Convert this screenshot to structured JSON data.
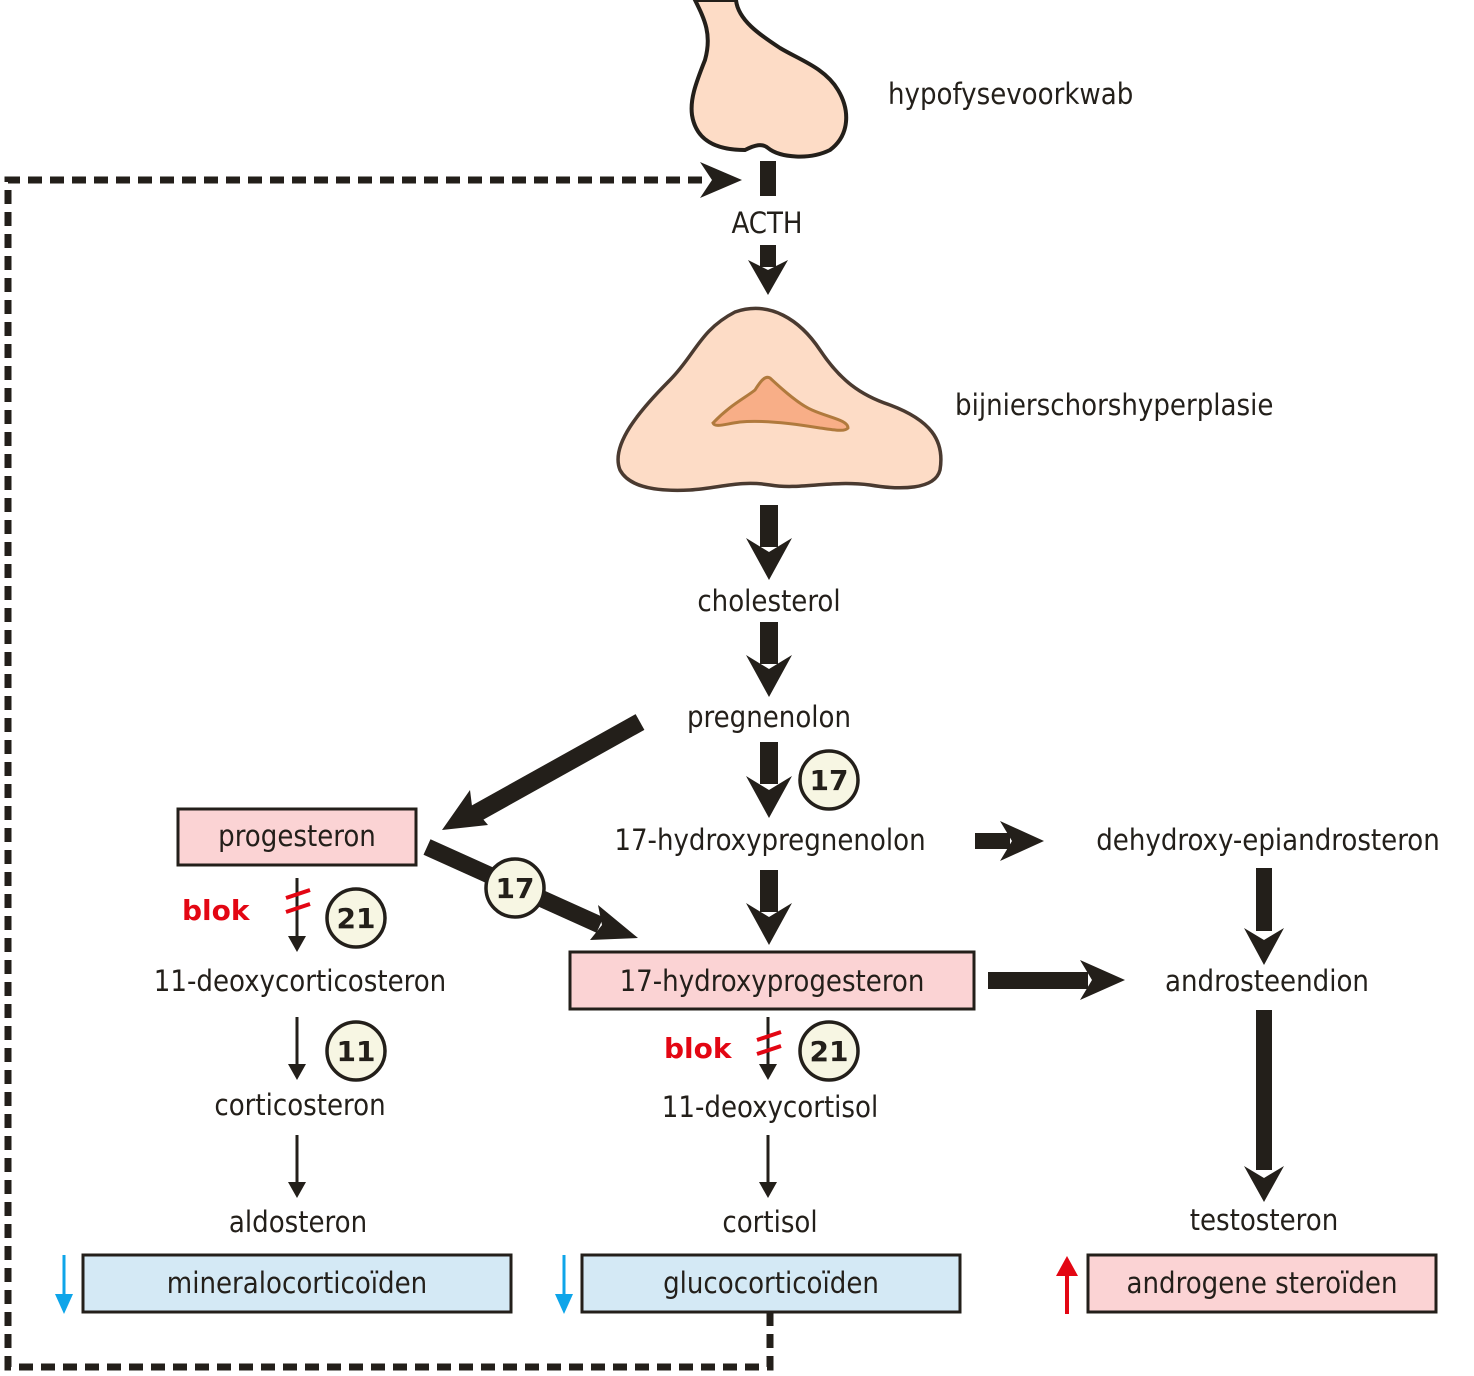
{
  "title": "Adrenal steroidogenesis with 21-hydroxylase block (congenital adrenal hyperplasia)",
  "colors": {
    "ink": "#231f1a",
    "tissue_fill": "#fddcc6",
    "tissue_inner": "#f8ae87",
    "tissue_inner_stroke": "#b07a3d",
    "pink_box": "#fbd3d4",
    "blue_box": "#d4e9f5",
    "enzyme_circle": "#f7f6e3",
    "block_red": "#e30613",
    "decrease_blue": "#0ea5e9",
    "increase_red": "#e30613"
  },
  "organs": {
    "pituitary": "hypofysevoorkwab",
    "adrenal": "bijnierschorshyperplasie"
  },
  "hormone": "ACTH",
  "nodes": {
    "cholesterol": "cholesterol",
    "pregnenolone": "pregnenolon",
    "progesterone": "progesteron",
    "hydroxypregnenolone": "17-hydroxypregnenolon",
    "dhea": "dehydroxy-epiandrosteron",
    "deoxycorticosterone": "11-deoxycorticosteron",
    "hydroxyprogesterone": "17-hydroxyprogesteron",
    "androstenedione": "androsteendion",
    "corticosterone": "corticosteron",
    "deoxycortisol": "11-deoxycortisol",
    "aldosterone": "aldosteron",
    "cortisol": "cortisol",
    "testosterone": "testosteron"
  },
  "enzymes": {
    "e17a": "17",
    "e17b": "17",
    "e21a": "21",
    "e21b": "21",
    "e11": "11"
  },
  "block_label": "blok",
  "outcomes": {
    "mineralocorticoids": {
      "label": "mineralocorticoïden",
      "trend": "decrease"
    },
    "glucocorticoids": {
      "label": "glucocorticoïden",
      "trend": "decrease"
    },
    "androgens": {
      "label": "androgene steroïden",
      "trend": "increase"
    }
  }
}
